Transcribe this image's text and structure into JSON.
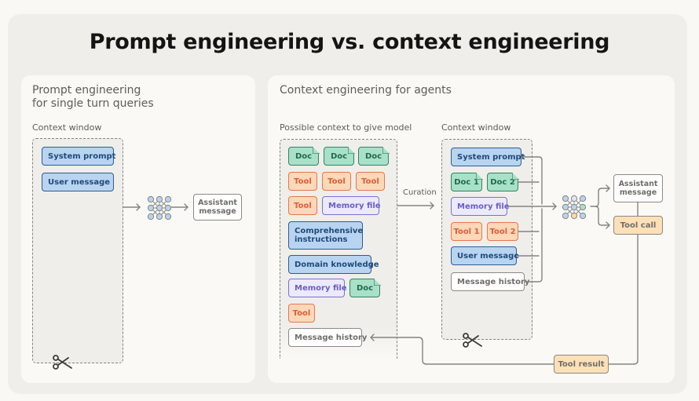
{
  "title": "Prompt engineering vs. context engineering",
  "left_panel": {
    "title_line1": "Prompt engineering",
    "title_line2": "for single turn queries",
    "context_window_label": "Context window",
    "items": [
      "System prompt",
      "User message"
    ],
    "output": "Assistant message",
    "output_line1": "Assistant",
    "output_line2": "message"
  },
  "right_panel": {
    "title": "Context engineering for agents",
    "possible_context_label": "Possible context to give model",
    "possible_items": {
      "docs": [
        "Doc",
        "Doc",
        "Doc"
      ],
      "tools_row": [
        "Tool",
        "Tool",
        "Tool"
      ],
      "tool_single": "Tool",
      "memory_file": "Memory file",
      "comprehensive_line1": "Comprehensive",
      "comprehensive_line2": "instructions",
      "domain_knowledge": "Domain knowledge",
      "memory_file_2": "Memory file",
      "doc_single": "Doc",
      "tool_last": "Tool",
      "message_history": "Message history"
    },
    "curation_label": "Curation",
    "context_window_label": "Context window",
    "context_items": {
      "system_prompt": "System prompt",
      "doc1": "Doc 1",
      "doc2": "Doc 2",
      "memory_file": "Memory file",
      "tool1": "Tool 1",
      "tool2": "Tool 2",
      "user_message": "User message",
      "message_history": "Message history"
    },
    "assistant_line1": "Assistant",
    "assistant_line2": "message",
    "tool_call": "Tool call",
    "tool_result": "Tool result"
  },
  "colors": {
    "blue_fill": "#b8d4f0",
    "blue_stroke": "#2c5d94",
    "green_fill": "#a8e0c8",
    "green_stroke": "#2f8560",
    "orange_fill": "#fed8b8",
    "orange_stroke": "#e7764f",
    "purple_fill": "#ece9fb",
    "purple_stroke": "#7b6fd6",
    "peach_fill": "#fde0b8",
    "line": "#858480"
  },
  "icons": {
    "model": "neural-network-icon",
    "truncate": "scissors-icon",
    "arrow": "arrow-right-icon"
  }
}
